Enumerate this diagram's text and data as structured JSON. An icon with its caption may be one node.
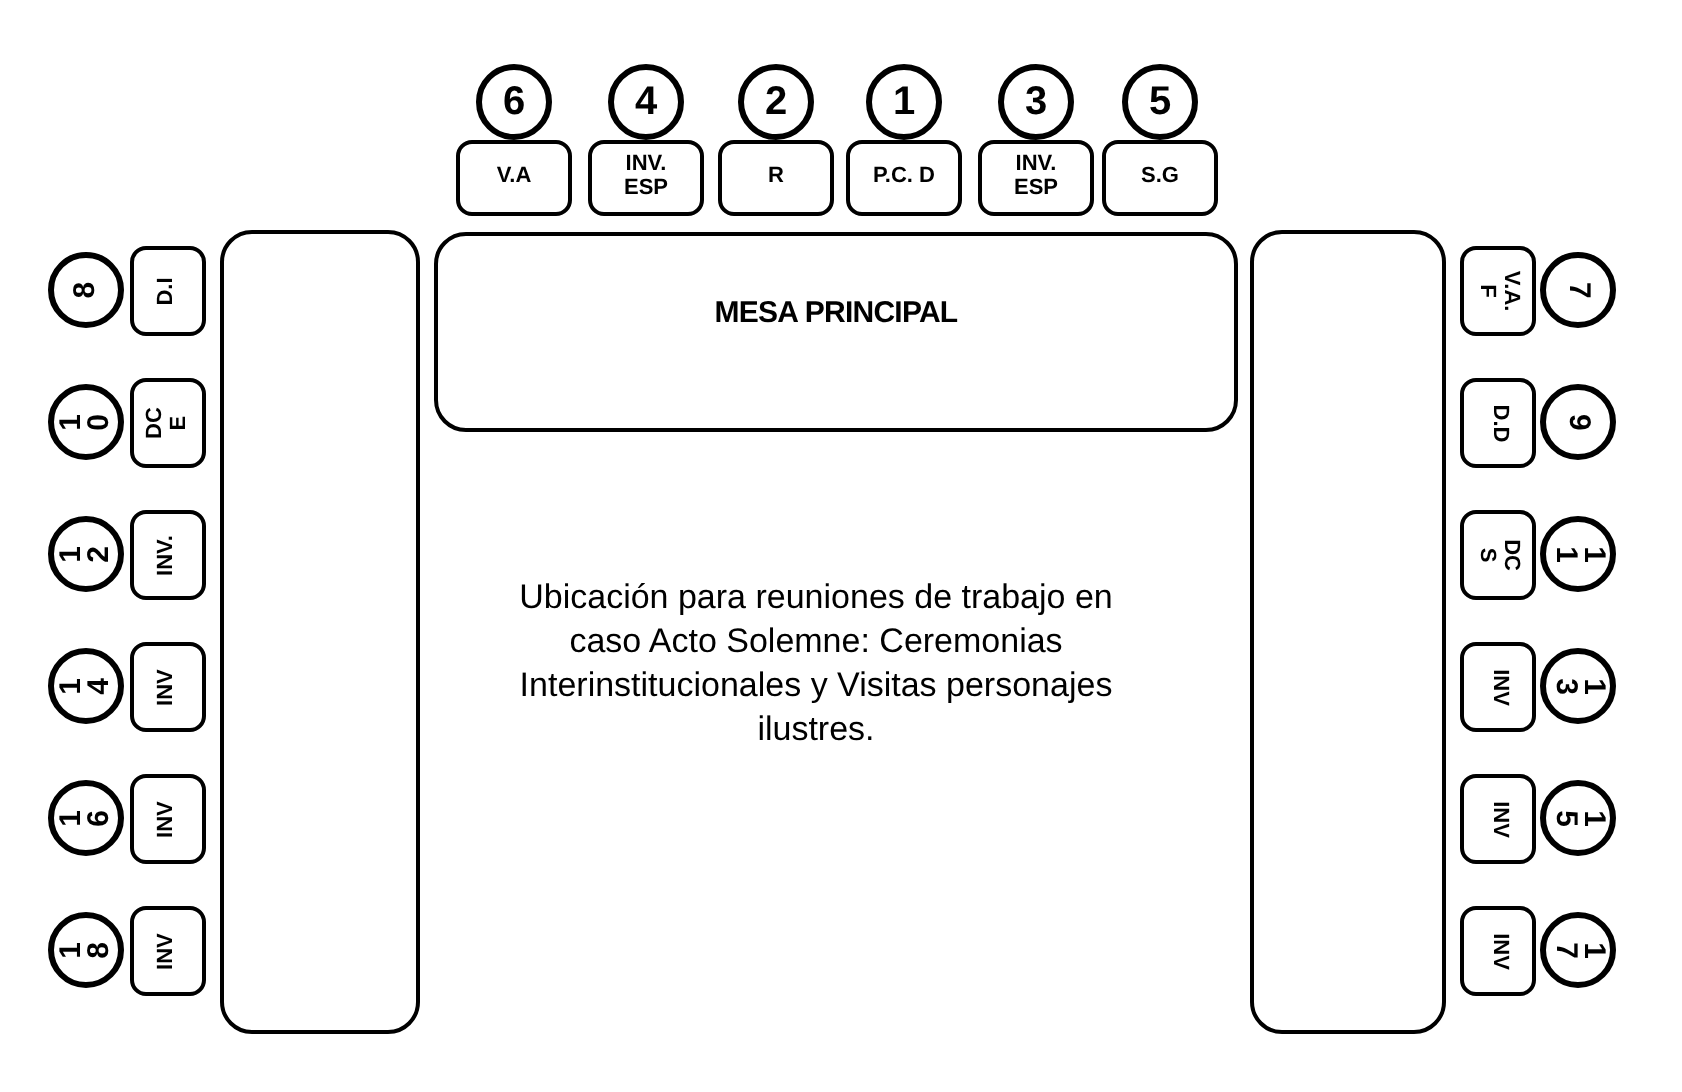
{
  "diagram": {
    "nodes": [
      {
        "text": [
          "6"
        ]
      },
      {
        "text": [
          "V.A"
        ]
      },
      {
        "text": [
          "4"
        ]
      },
      {
        "text": [
          "INV. ESP"
        ]
      },
      {
        "text": [
          "2"
        ]
      },
      {
        "text": [
          "R"
        ]
      },
      {
        "text": [
          "1"
        ]
      },
      {
        "text": [
          "P.C. D"
        ]
      },
      {
        "text": [
          "3"
        ]
      },
      {
        "text": [
          "INV. ESP"
        ]
      },
      {
        "text": [
          "5"
        ]
      },
      {
        "text": [
          "S.G"
        ]
      },
      {
        "text": [],
        "shape": "box"
      },
      {
        "text": [
          "MESA PRINCIPAL"
        ]
      },
      {
        "text": [],
        "shape": "box"
      },
      {
        "text": [
          "8"
        ]
      },
      {
        "text": [
          "D.I"
        ]
      },
      {
        "text": [
          "10"
        ]
      },
      {
        "text": [
          "DC E"
        ]
      },
      {
        "text": [
          "12"
        ]
      },
      {
        "text": [
          "INV."
        ]
      },
      {
        "text": [
          "14"
        ]
      },
      {
        "text": [
          "INV"
        ]
      },
      {
        "text": [
          "16"
        ]
      },
      {
        "text": [
          "INV"
        ]
      },
      {
        "text": [
          "18"
        ]
      },
      {
        "text": [
          "INV"
        ]
      },
      {
        "text": [
          "V.A. F"
        ]
      },
      {
        "text": [
          "7"
        ]
      },
      {
        "text": [
          "D.D"
        ]
      },
      {
        "text": [
          "9"
        ]
      },
      {
        "text": [
          "DC S"
        ]
      },
      {
        "text": [
          "11"
        ]
      },
      {
        "text": [
          "INV"
        ]
      },
      {
        "text": [
          "13"
        ]
      },
      {
        "text": [
          "INV"
        ]
      },
      {
        "text": [
          "15"
        ]
      },
      {
        "text": [
          "INV"
        ]
      },
      {
        "text": [
          "17"
        ]
      }
    ],
    "labels": [
      "Ubicación para reuniones de trabajo en caso Acto Solemne: Ceremonias Interinstitucionales y Visitas personajes ilustres."
    ]
  }
}
